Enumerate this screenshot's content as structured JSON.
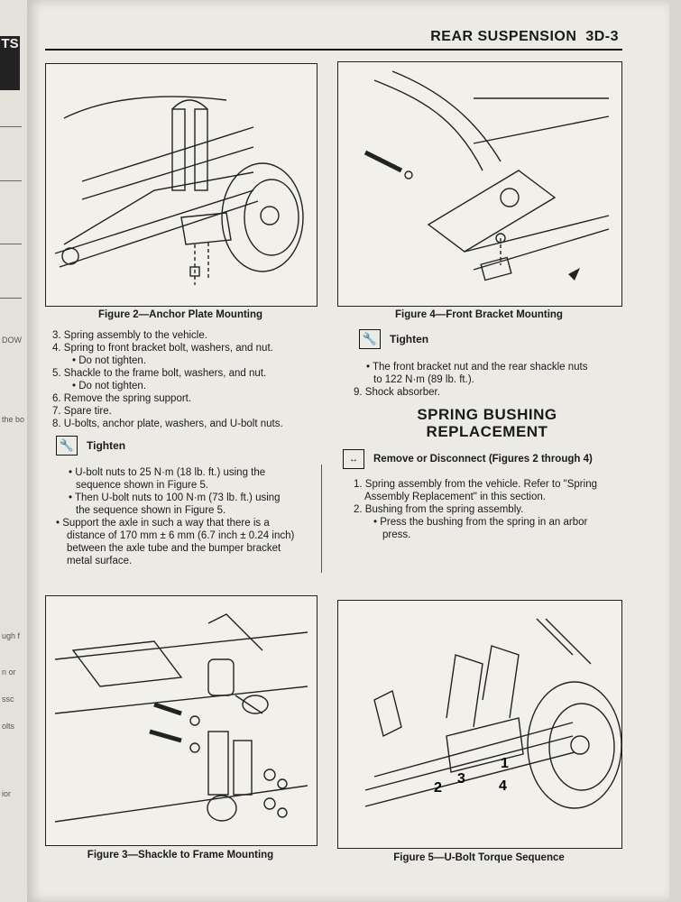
{
  "header": {
    "title": "REAR SUSPENSION",
    "page": "3D-3"
  },
  "prev_page": {
    "tab": "TS",
    "frag1": "DOW",
    "frag2": "the bo",
    "frag3": "ugh f",
    "frag4": "n or",
    "frag5": "ssc",
    "frag6": "olts",
    "frag7": "ior"
  },
  "figures": {
    "fig2": "Figure 2—Anchor Plate Mounting",
    "fig3": "Figure 3—Shackle to Frame Mounting",
    "fig4": "Figure 4—Front Bracket Mounting",
    "fig5": "Figure 5—U-Bolt Torque Sequence",
    "fig5_labels": [
      "1",
      "2",
      "3",
      "4"
    ]
  },
  "left_column": {
    "steps": [
      "3. Spring assembly to the vehicle.",
      "4. Spring to front bracket bolt, washers, and nut.",
      "• Do not tighten.",
      "5. Shackle to the frame bolt, washers, and nut.",
      "• Do not tighten.",
      "6. Remove the spring support.",
      "7. Spare tire.",
      "8. U-bolts, anchor plate, washers, and U-bolt nuts."
    ],
    "tighten_label": "Tighten",
    "tighten_lines": [
      "• U-bolt nuts to 25 N·m (18 lb. ft.) using the",
      "sequence shown in Figure 5.",
      "• Then U-bolt nuts to 100 N·m (73 lb. ft.) using",
      "the sequence shown in Figure 5.",
      "• Support the axle in such a way that there is a",
      "distance of 170 mm ± 6 mm (6.7 inch ± 0.24 inch)",
      "between the axle tube and the bumper bracket",
      "metal surface."
    ]
  },
  "right_column": {
    "tighten_label": "Tighten",
    "tighten_lines": [
      "• The front bracket nut and the rear shackle nuts",
      "to 122 N·m (89 lb. ft.).",
      "9. Shock absorber."
    ],
    "section_title_1": "SPRING BUSHING",
    "section_title_2": "REPLACEMENT",
    "remove_label": "Remove or Disconnect (Figures 2 through 4)",
    "remove_lines": [
      "1. Spring assembly from the vehicle. Refer to \"Spring",
      "Assembly Replacement\" in this section.",
      "2. Bushing from the spring assembly.",
      "• Press the bushing from the spring in an arbor",
      "press."
    ]
  }
}
